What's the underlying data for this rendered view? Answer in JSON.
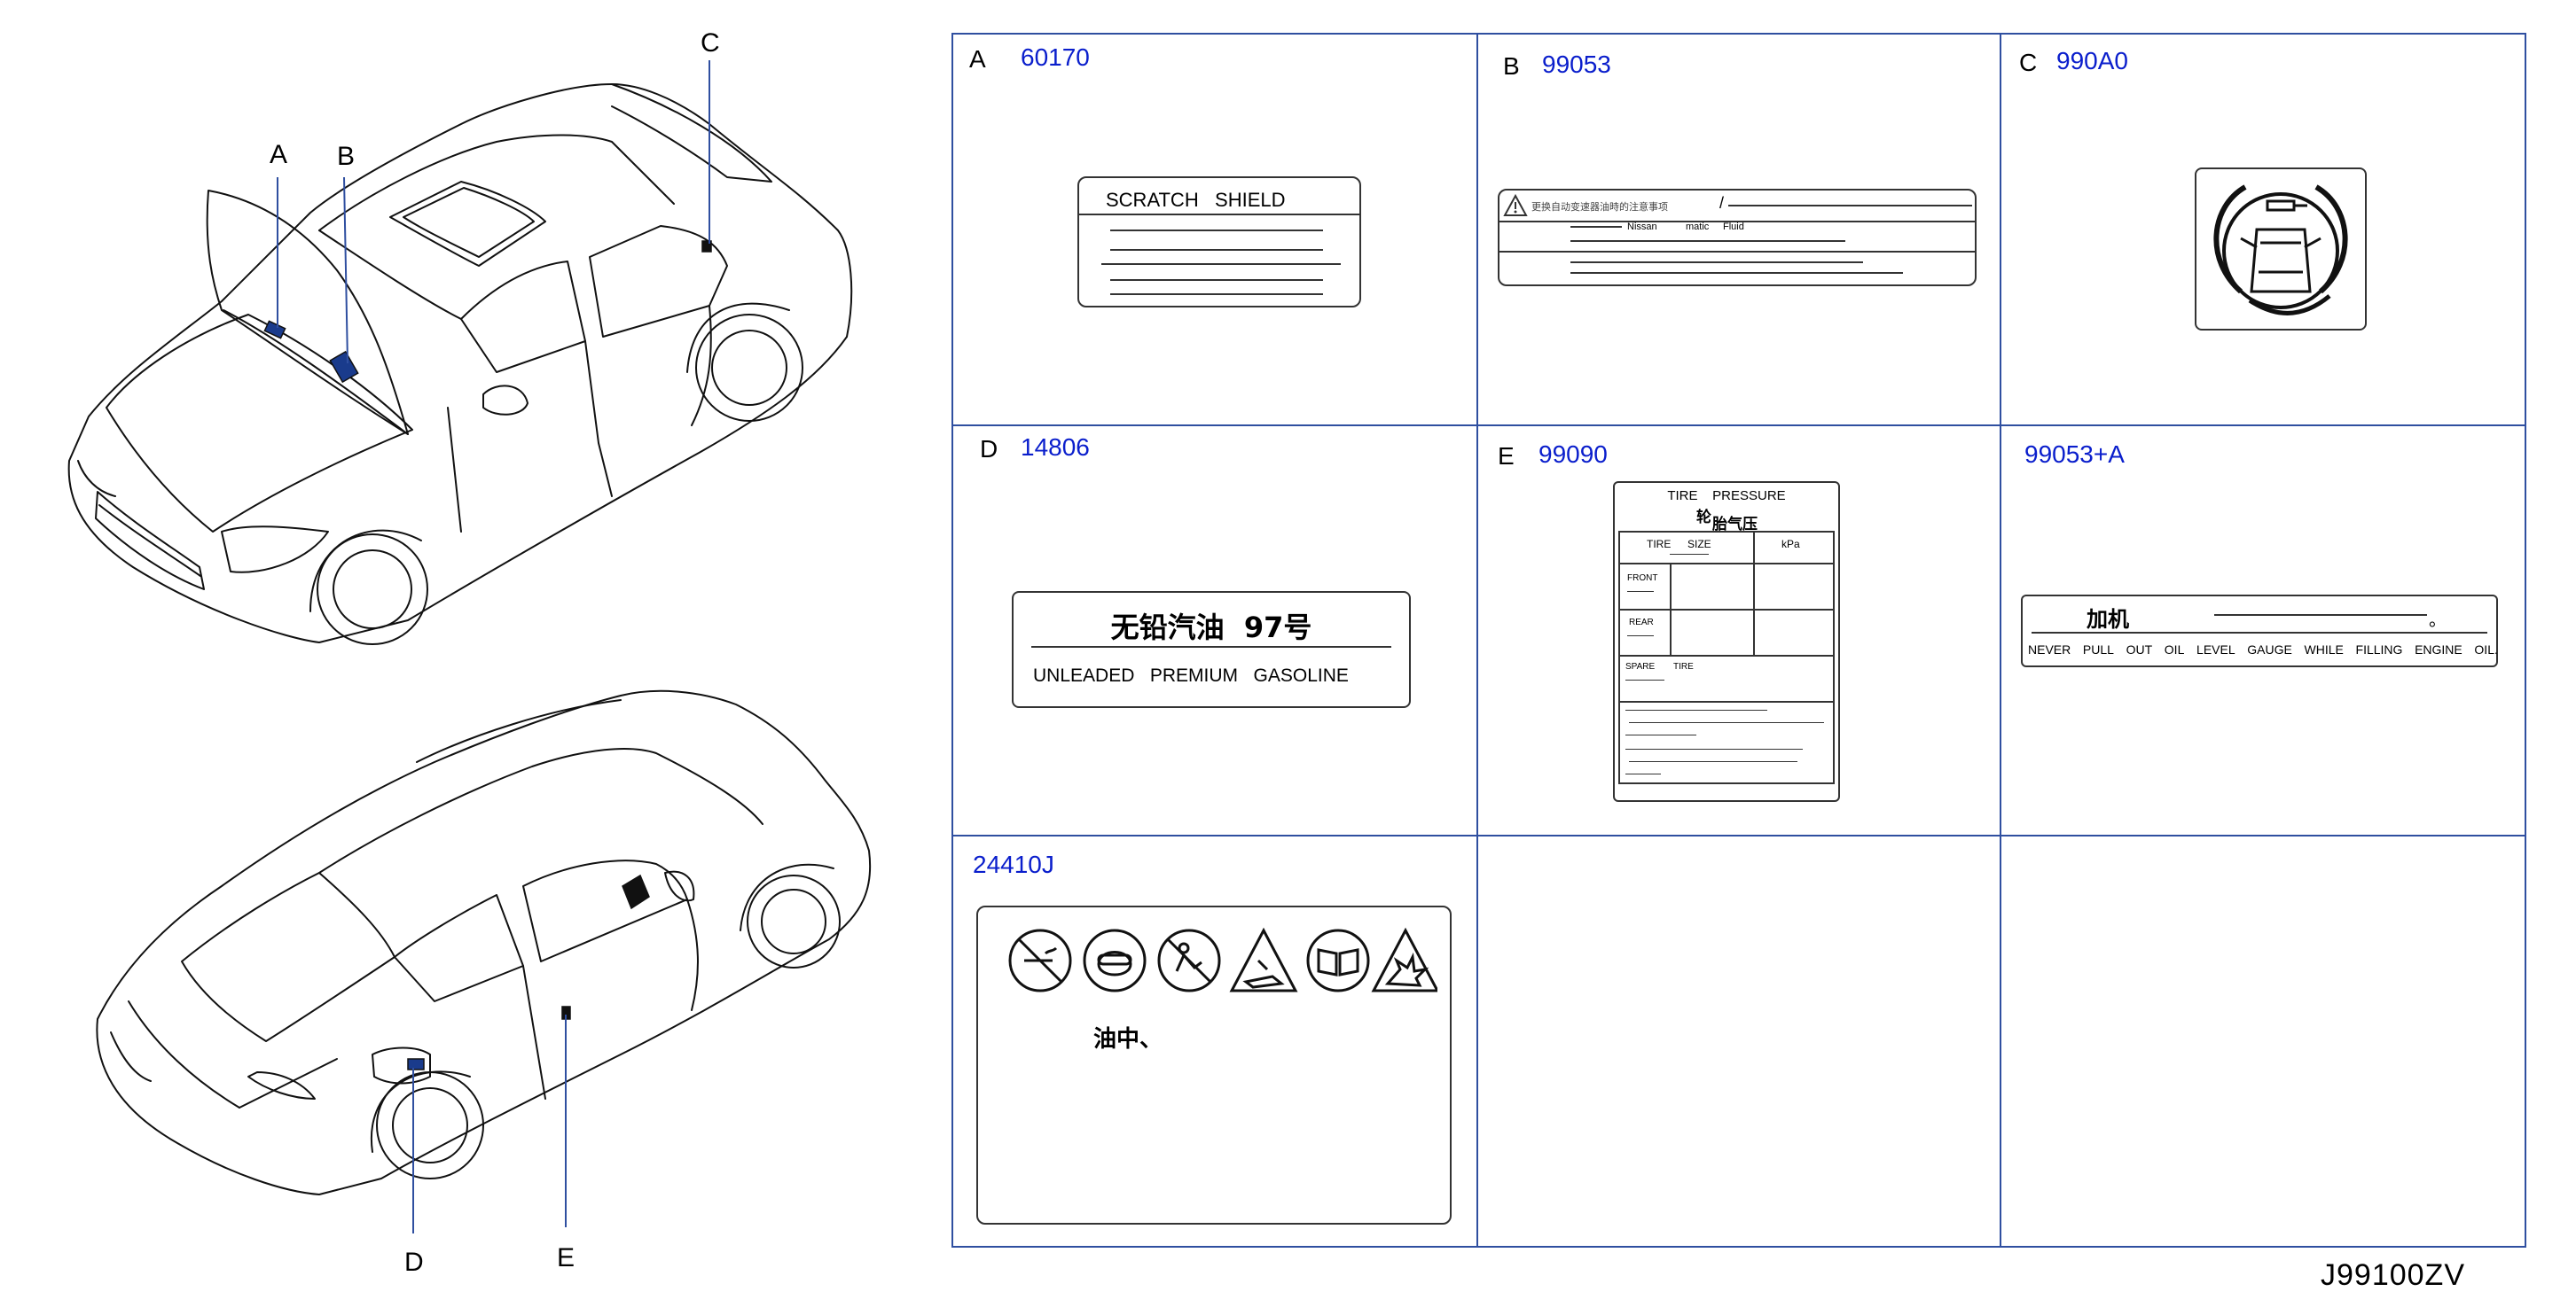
{
  "callouts": {
    "a": "A",
    "b": "B",
    "c": "C",
    "d": "D",
    "e": "E"
  },
  "cells": {
    "a": {
      "letter": "A",
      "part": "60170",
      "title": "SCRATCH   SHIELD"
    },
    "b": {
      "letter": "B",
      "part": "99053",
      "warning_text": "更换自动变速器油時的注意事项",
      "slash": "/",
      "line2_a": "Nissan",
      "line2_b": "matic",
      "line2_c": "Fluid"
    },
    "c": {
      "letter": "C",
      "part": "990A0"
    },
    "d": {
      "letter": "D",
      "part": "14806",
      "cn": "无铅汽油  97号",
      "en": "UNLEADED   PREMIUM   GASOLINE"
    },
    "e": {
      "letter": "E",
      "part": "99090",
      "title": "TIRE    PRESSURE",
      "cn_a": "轮",
      "cn_b": "胎气压",
      "col_size_a": "TIRE",
      "col_size_b": "SIZE",
      "col_kpa": "kPa",
      "row_front": "FRONT",
      "row_rear": "REAR",
      "row_spare": "SPARE",
      "row_spare_tire": "TIRE"
    },
    "f": {
      "part": "99053+A",
      "cn": "加机",
      "dot": "。",
      "words": [
        "NEVER",
        "PULL",
        "OUT",
        "OIL",
        "LEVEL",
        "GAUGE",
        "WHILE",
        "FILLING",
        "ENGINE",
        "OIL."
      ]
    },
    "g": {
      "part": "24410J",
      "cn": "油中、"
    }
  },
  "diagram_code": "J99100ZV",
  "colors": {
    "grid": "#2f4fa0",
    "part_number": "#0a1ecc",
    "sticker": "#1a3b8c"
  }
}
